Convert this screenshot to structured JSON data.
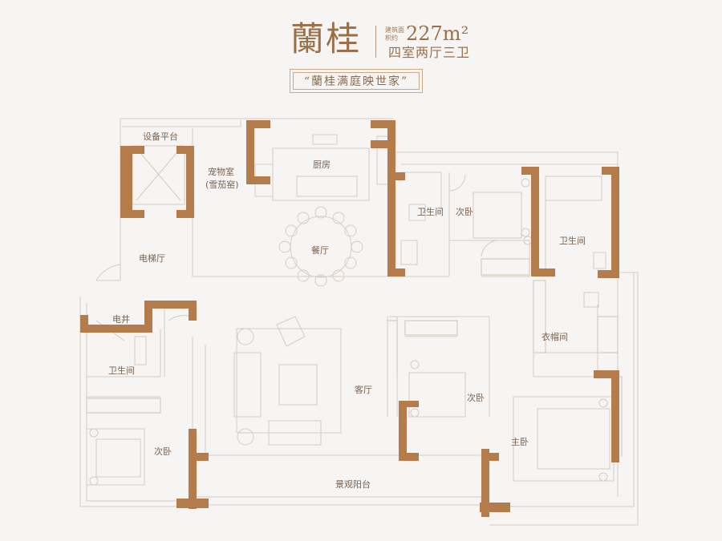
{
  "header": {
    "title": "蘭桂",
    "area_label": "建筑面积约",
    "area_value": "227m²",
    "layout": "四室两厅三卫",
    "slogan": "“蘭桂满庭映世家”"
  },
  "rooms": {
    "equipment": "设备平台",
    "pet_room": "宠物室",
    "cigar_room": "(雪茄窑)",
    "kitchen": "厨房",
    "dining": "餐厅",
    "elevator_hall": "电梯厅",
    "bath_1": "卫生间",
    "second_bed_1": "次卧",
    "bath_2": "卫生间",
    "electric_well": "电井",
    "bath_3": "卫生间",
    "living": "客厅",
    "cloakroom": "衣帽间",
    "second_bed_2": "次卧",
    "master_bed": "主卧",
    "second_bed_3": "次卧",
    "balcony": "景观阳台"
  },
  "colors": {
    "wall": "#b37c4a",
    "line": "#d7cbc2",
    "accent": "#9b6f47"
  }
}
